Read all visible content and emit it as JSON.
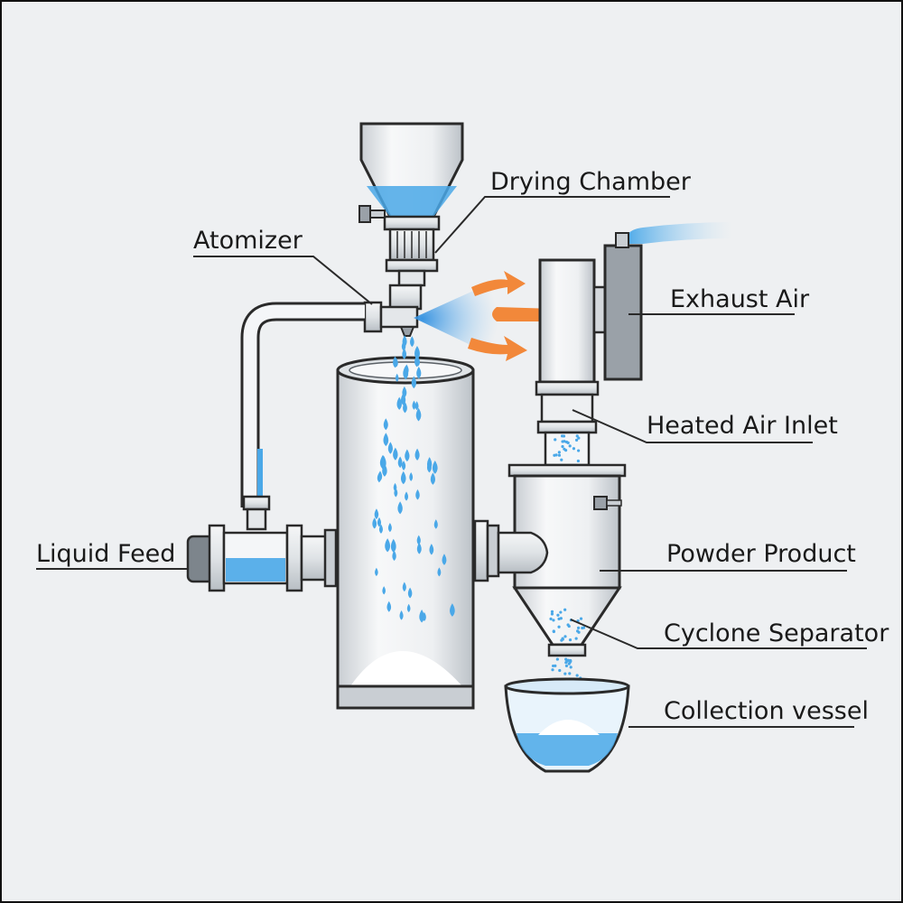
{
  "labels": {
    "drying_chamber": "Drying Chamber",
    "atomizer": "Atomizer",
    "exhaust_air": "Exhaust Air",
    "heated_air_inlet": "Heated Air Inlet",
    "liquid_feed": "Liquid Feed",
    "powder_product": "Powder Product",
    "cyclone_separator": "Cyclone Separator",
    "collection_vessel": "Collection vessel"
  },
  "colors": {
    "liquid": "#4aa8e8",
    "liquid_light": "#bfe0f7",
    "metal": "#e9ecef",
    "metal_dark": "#aeb4ba",
    "hot_air_arrow": "#f2883a",
    "outline": "#2a2a2a"
  }
}
